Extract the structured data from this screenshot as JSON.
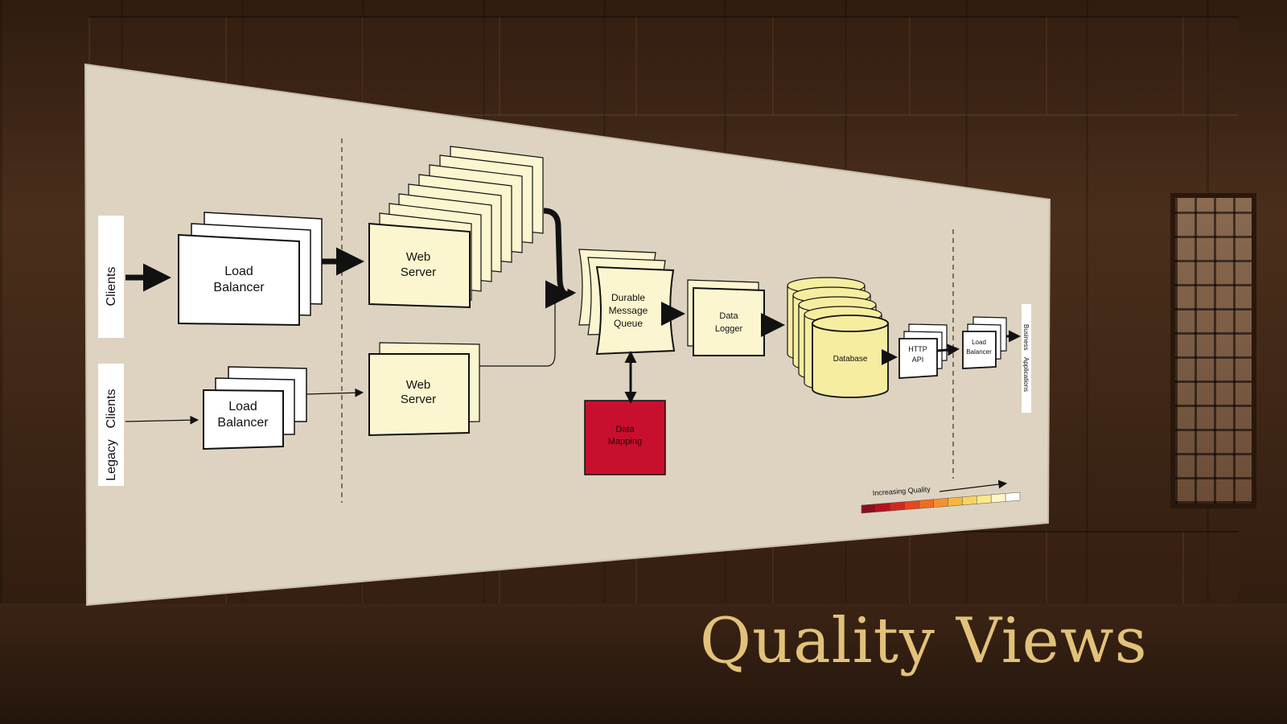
{
  "slide": {
    "title": "Quality Views"
  },
  "diagram": {
    "clients": "Clients",
    "legacy_clients_top": "Clients",
    "legacy_clients_bottom": "Legacy",
    "load_balancer_1": [
      "Load",
      "Balancer"
    ],
    "load_balancer_2": [
      "Load",
      "Balancer"
    ],
    "web_server_1": [
      "Web",
      "Server"
    ],
    "web_server_2": [
      "Web",
      "Server"
    ],
    "queue": [
      "Durable",
      "Message",
      "Queue"
    ],
    "data_mapping": [
      "Data",
      "Mapping"
    ],
    "data_logger": [
      "Data",
      "Logger"
    ],
    "database": "Database",
    "http_api": [
      "HTTP",
      "API"
    ],
    "load_balancer_3": [
      "Load",
      "Balancer"
    ],
    "business_applications": "Business    Applications",
    "legend_label": "Increasing Quality",
    "legend_colors": [
      "#8c0f1e",
      "#b3121f",
      "#d6261b",
      "#e8461c",
      "#f06b22",
      "#f5912c",
      "#f8b53e",
      "#fad35c",
      "#fbe88a",
      "#fdf6c8",
      "#ffffff"
    ]
  },
  "colors": {
    "board": "#ddd3c0",
    "box_white": "#ffffff",
    "box_cream": "#fbf6cf",
    "db_yellow": "#f7eda0",
    "mapping_red": "#c8102e",
    "title_gold": "#e2c27a"
  }
}
